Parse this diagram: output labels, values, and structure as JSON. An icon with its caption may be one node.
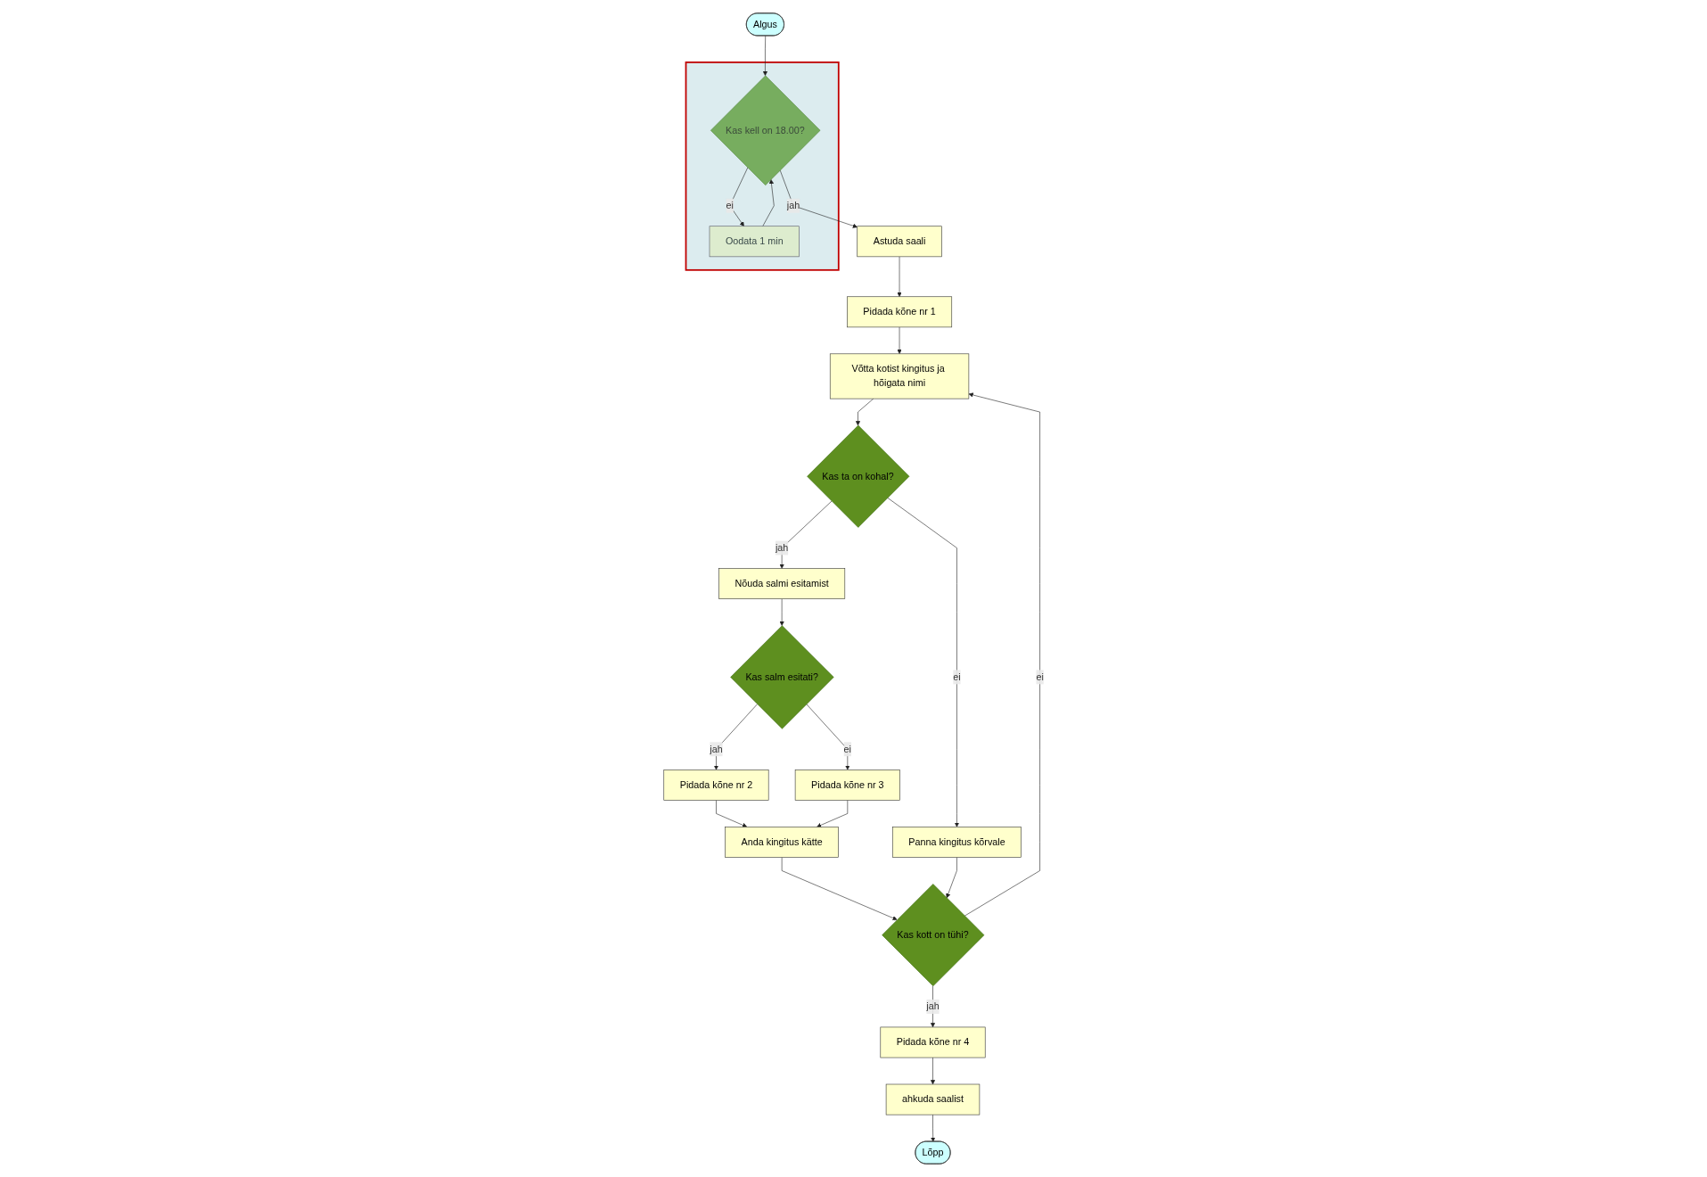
{
  "diagram": {
    "nodes": [
      {
        "text": [
          "Algus"
        ]
      },
      {
        "text": [],
        "shape": "box"
      },
      {
        "text": [
          "Kas kell on 18.00?"
        ],
        "in": 1
      },
      {
        "text": [
          "Oodata 1 min"
        ],
        "in": 1
      },
      {
        "text": [
          "Astuda saali"
        ]
      },
      {
        "text": [
          "Pidada kõne nr 1"
        ]
      },
      {
        "text": [
          "Võtta kotist kingitus ja hõigata nimi"
        ]
      },
      {
        "text": [
          "Kas ta on kohal?"
        ]
      },
      {
        "text": [
          "Nõuda salmi esitamist"
        ]
      },
      {
        "text": [
          "Kas salm esitati?"
        ]
      },
      {
        "text": [
          "Pidada kõne nr 2"
        ]
      },
      {
        "text": [
          "Pidada kõne nr 3"
        ]
      },
      {
        "text": [
          "Kas kott on tühi?"
        ]
      },
      {
        "text": [
          "Panna kingitus kõrvale"
        ]
      },
      {
        "text": [
          "Anda kingitus kätte"
        ]
      },
      {
        "text": [
          "Pidada kõne nr 4"
        ]
      },
      {
        "text": [
          "ahkuda saalist"
        ]
      },
      {
        "text": [
          "Lõpp"
        ]
      }
    ],
    "edges": [
      {
        "from": 0,
        "to": 2,
        "arrow": "to"
      },
      {
        "from": 2,
        "to": 3,
        "label": "ei",
        "arrow": "to"
      },
      {
        "from": 3,
        "to": 2,
        "arrow": "to"
      },
      {
        "from": 2,
        "to": 4,
        "label": "jah",
        "arrow": "to"
      },
      {
        "from": 4,
        "to": 5,
        "arrow": "to"
      },
      {
        "from": 5,
        "to": 6,
        "arrow": "to"
      },
      {
        "from": 6,
        "to": 7,
        "arrow": "to"
      },
      {
        "from": 7,
        "to": 8,
        "label": "jah",
        "arrow": "to"
      },
      {
        "from": 7,
        "to": 13,
        "label": "ei",
        "arrow": "to"
      },
      {
        "from": 8,
        "to": 9,
        "arrow": "to"
      },
      {
        "from": 9,
        "to": 10,
        "label": "jah",
        "arrow": "to"
      },
      {
        "from": 9,
        "to": 11,
        "label": "ei",
        "arrow": "to"
      },
      {
        "from": 10,
        "to": 14,
        "arrow": "to"
      },
      {
        "from": 11,
        "to": 14,
        "arrow": "to"
      },
      {
        "from": 14,
        "to": 12,
        "arrow": "to"
      },
      {
        "from": 13,
        "to": 12,
        "arrow": "to"
      },
      {
        "from": 12,
        "to": 6,
        "label": "ei",
        "arrow": "to"
      },
      {
        "from": 12,
        "to": 15,
        "label": "jah",
        "arrow": "to"
      },
      {
        "from": 15,
        "to": 16,
        "arrow": "to"
      },
      {
        "from": 16,
        "to": 17,
        "arrow": "to"
      }
    ]
  }
}
